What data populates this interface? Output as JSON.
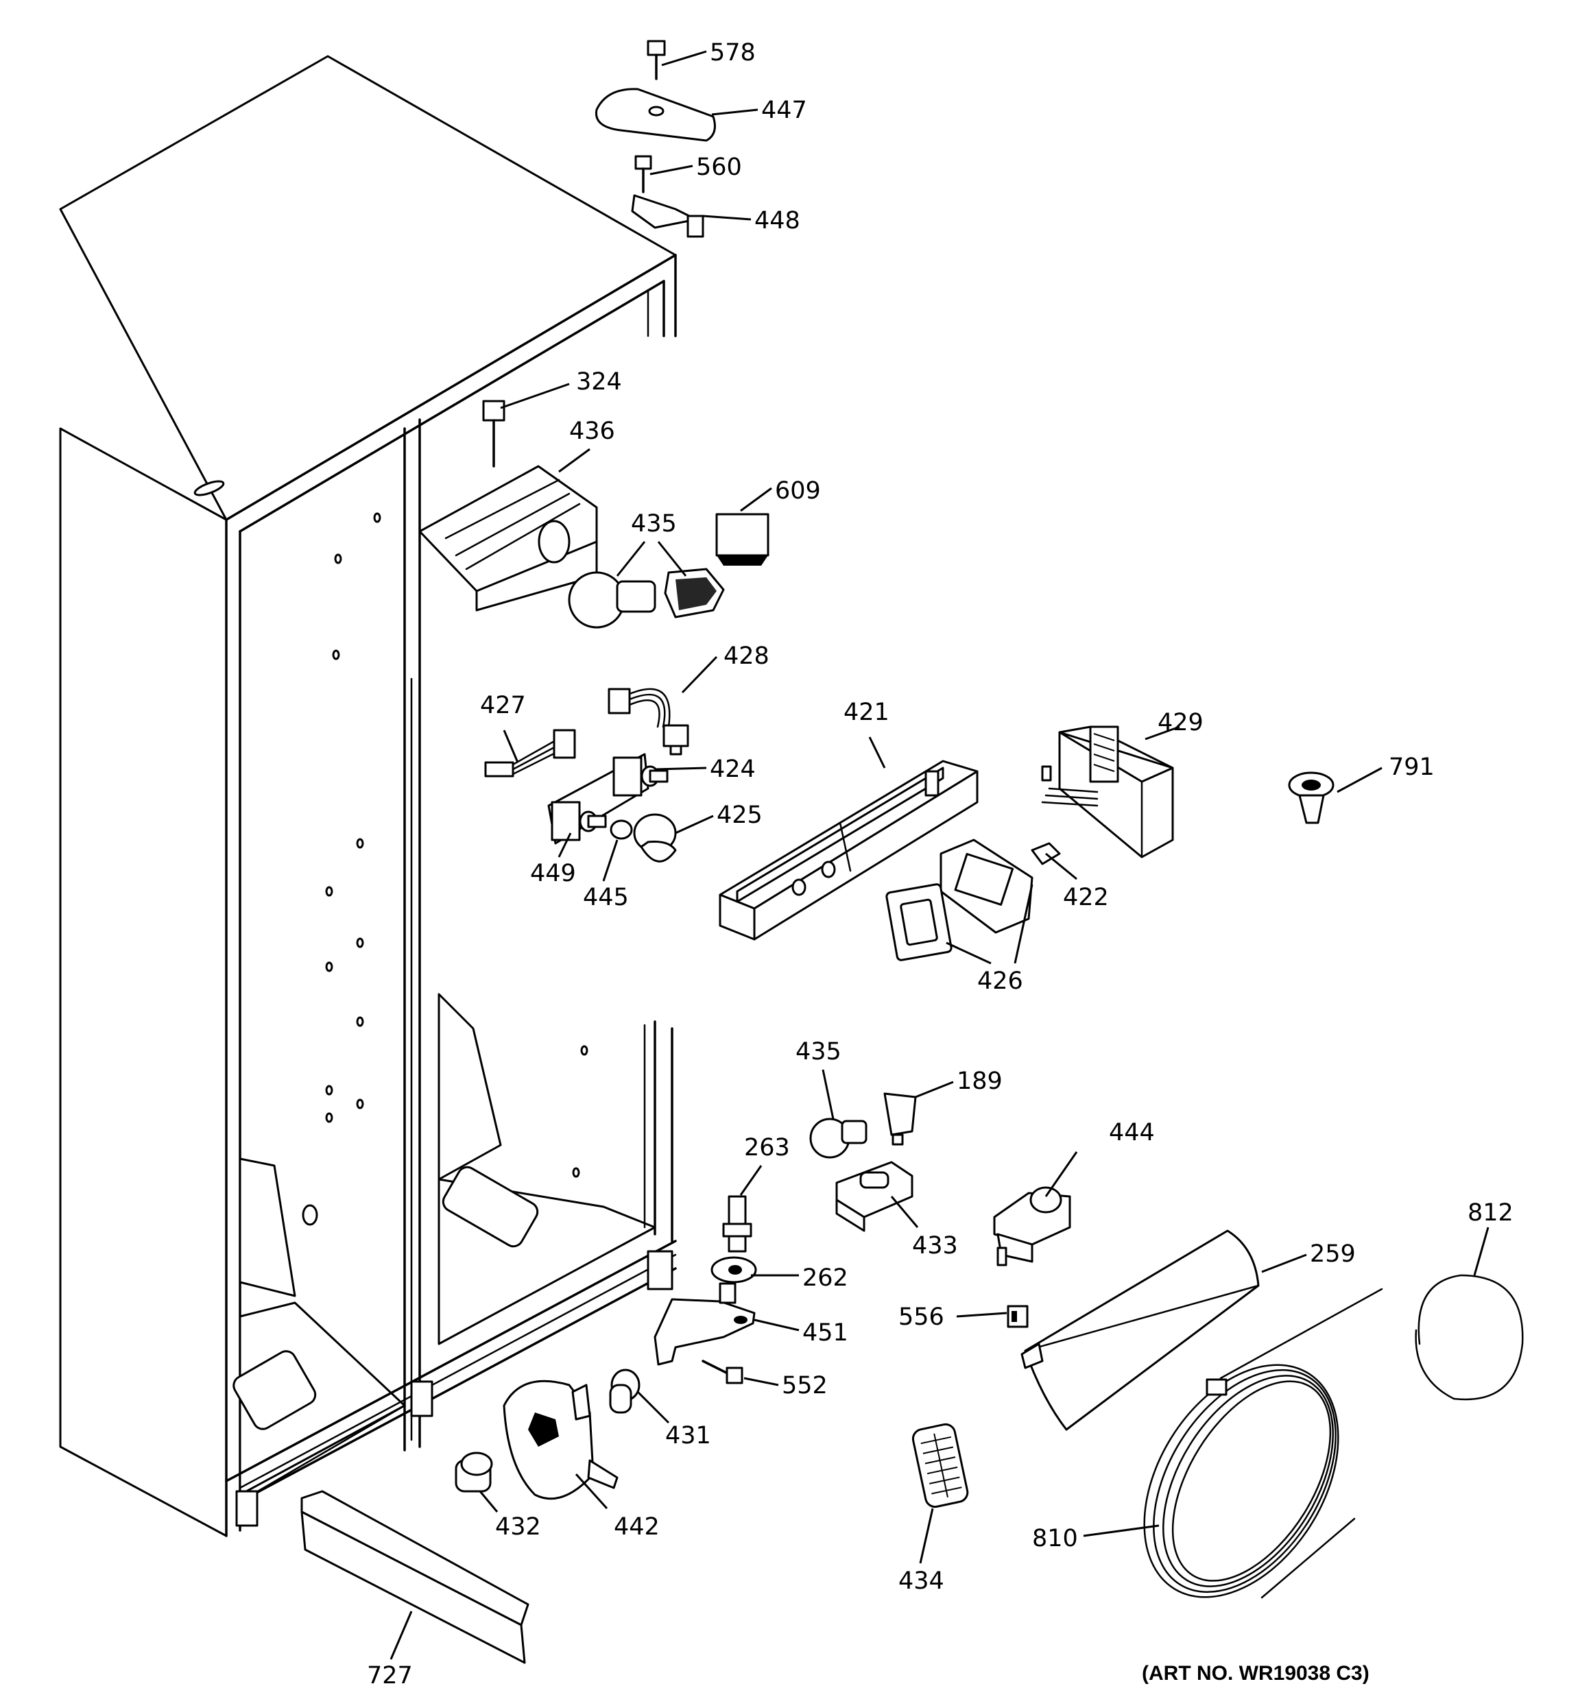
{
  "callouts": {
    "c578": "578",
    "c447": "447",
    "c560": "560",
    "c448": "448",
    "c324": "324",
    "c436": "436",
    "c609": "609",
    "c435a": "435",
    "c428": "428",
    "c427": "427",
    "c421": "421",
    "c429": "429",
    "c791": "791",
    "c424": "424",
    "c425": "425",
    "c449": "449",
    "c445": "445",
    "c422": "422",
    "c426": "426",
    "c435b": "435",
    "c189": "189",
    "c263": "263",
    "c444": "444",
    "c812": "812",
    "c433": "433",
    "c262": "262",
    "c259": "259",
    "c451": "451",
    "c556": "556",
    "c552": "552",
    "c431": "431",
    "c432": "432",
    "c442": "442",
    "c434": "434",
    "c810": "810",
    "c727": "727"
  },
  "art_number": "(ART NO. WR19038 C3)"
}
